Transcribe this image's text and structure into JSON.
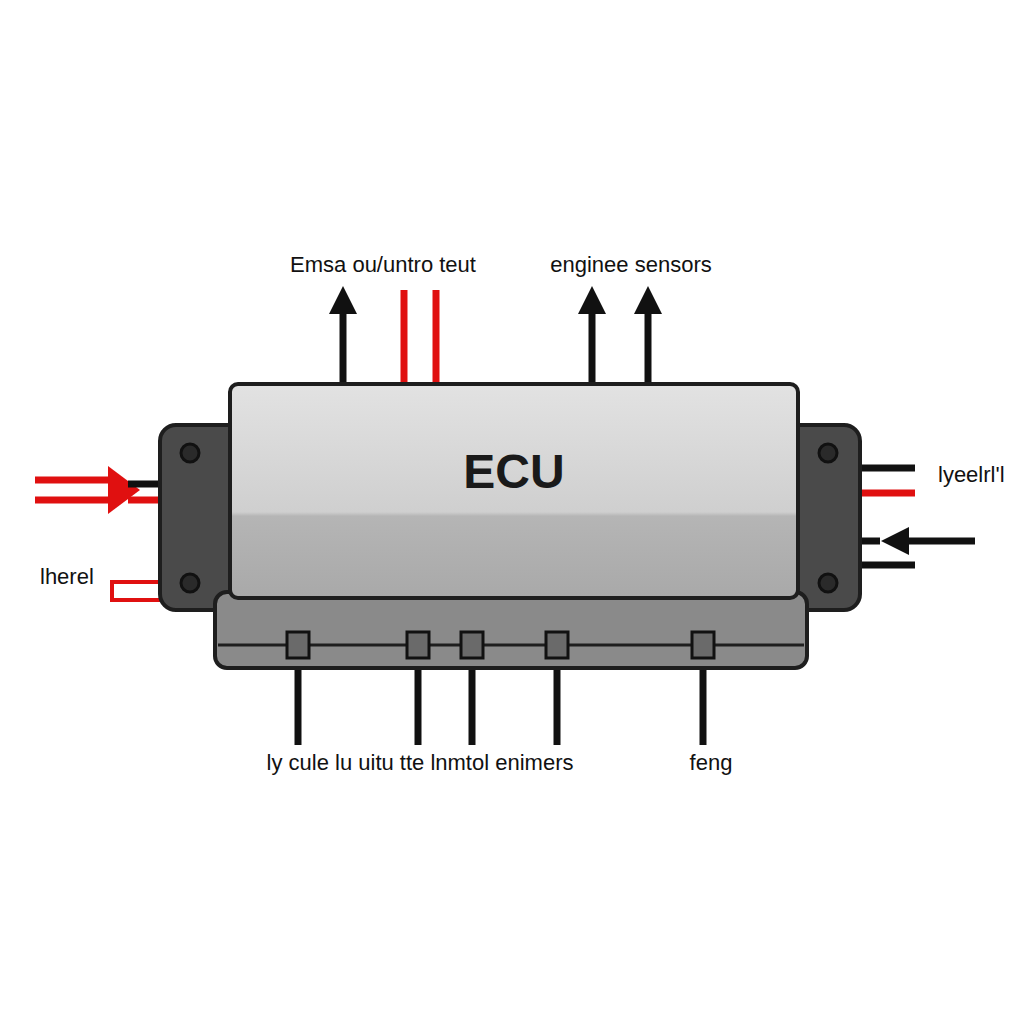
{
  "diagram": {
    "nodes": [
      {
        "text": [
          "ECU"
        ]
      }
    ],
    "labels": [
      "Emsa ou/untro teut",
      "enginee sensors",
      "lyeelrl'l",
      "lherel",
      "ly cule lu uitu tte lnmtol enimers",
      "feng"
    ]
  }
}
